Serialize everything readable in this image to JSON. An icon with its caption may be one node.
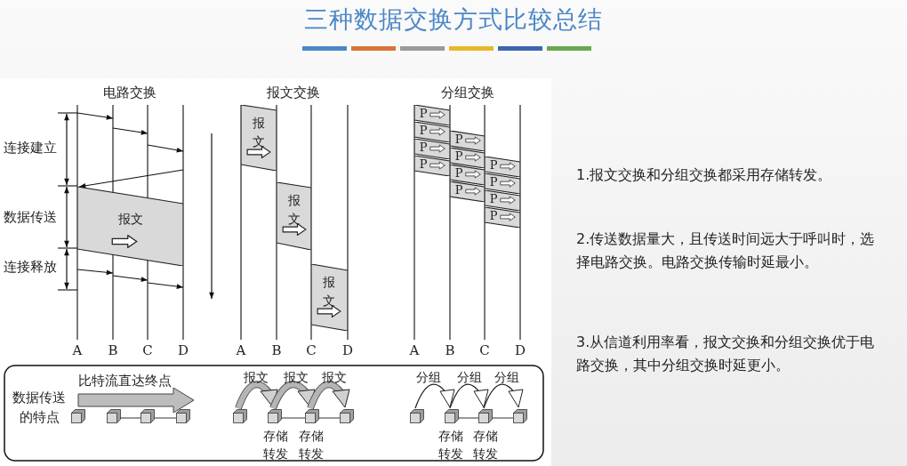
{
  "diagram": {
    "title": "三种数据交换方式比较总结",
    "nodes": [
      {
        "text": [
          "报文"
        ]
      },
      {
        "text": [
          "报文"
        ]
      },
      {
        "text": [
          "报文"
        ]
      },
      {
        "text": [
          "报文"
        ]
      },
      {
        "text": [
          "P"
        ]
      },
      {
        "text": [
          "P"
        ]
      },
      {
        "text": [
          "P"
        ]
      },
      {
        "text": [
          "P"
        ]
      },
      {
        "text": [
          "P"
        ]
      },
      {
        "text": [
          "P"
        ]
      },
      {
        "text": [
          "P"
        ]
      },
      {
        "text": [
          "P"
        ]
      },
      {
        "text": [
          "P"
        ]
      },
      {
        "text": [
          "P"
        ]
      },
      {
        "text": [
          "P"
        ]
      },
      {
        "text": [
          "P"
        ]
      },
      {
        "text": [],
        "shape": "cube"
      },
      {
        "text": [],
        "shape": "cube"
      },
      {
        "text": [],
        "shape": "cube"
      },
      {
        "text": [],
        "shape": "cube"
      },
      {
        "text": [],
        "shape": "cube"
      },
      {
        "text": [],
        "shape": "cube"
      },
      {
        "text": [],
        "shape": "cube"
      },
      {
        "text": [],
        "shape": "cube"
      },
      {
        "text": [],
        "shape": "cube"
      },
      {
        "text": [],
        "shape": "cube"
      },
      {
        "text": [],
        "shape": "cube"
      },
      {
        "text": [],
        "shape": "cube"
      }
    ],
    "edges": [
      {
        "from": 17,
        "to": 18,
        "arrow": "none"
      },
      {
        "from": 18,
        "to": 19,
        "arrow": "none"
      },
      {
        "from": 21,
        "to": 22,
        "arrow": "none"
      },
      {
        "from": 22,
        "to": 23,
        "arrow": "none"
      },
      {
        "from": 25,
        "to": 26,
        "arrow": "none"
      },
      {
        "from": 26,
        "to": 27,
        "arrow": "none"
      },
      {
        "from": 16,
        "to": 19,
        "arrow": "to",
        "label": "比特流直达终点",
        "style": "thick"
      },
      {
        "from": 20,
        "to": 21,
        "arrow": "to",
        "style": "thick"
      },
      {
        "from": 21,
        "to": 22,
        "arrow": "to",
        "style": "thick"
      },
      {
        "from": 22,
        "to": 23,
        "arrow": "to",
        "style": "thick"
      },
      {
        "from": 24,
        "to": 25,
        "arrow": "to"
      },
      {
        "from": 25,
        "to": 26,
        "arrow": "to"
      },
      {
        "from": 26,
        "to": 27,
        "arrow": "to"
      }
    ],
    "labels": [
      "电路交换",
      "报文交换",
      "分组交换",
      "连接建立",
      "数据传送",
      "连接释放",
      "A",
      "B",
      "C",
      "D",
      "A",
      "B",
      "C",
      "D",
      "A",
      "B",
      "C",
      "D",
      "数据传送的特点",
      "报文",
      "报文",
      "报文",
      "存储转发",
      "存储转发",
      "分组",
      "分组",
      "分组",
      "存储转发",
      "存储转发",
      "1.报文交换和分组交换都采用存储转发。",
      "2.传送数据量大，且传送时间远大于呼叫时，选择电路交换。电路交换传输时延最小。",
      "3.从信道利用率看，报文交换和分组交换优于电路交换，其中分组交换时延更小。"
    ]
  }
}
